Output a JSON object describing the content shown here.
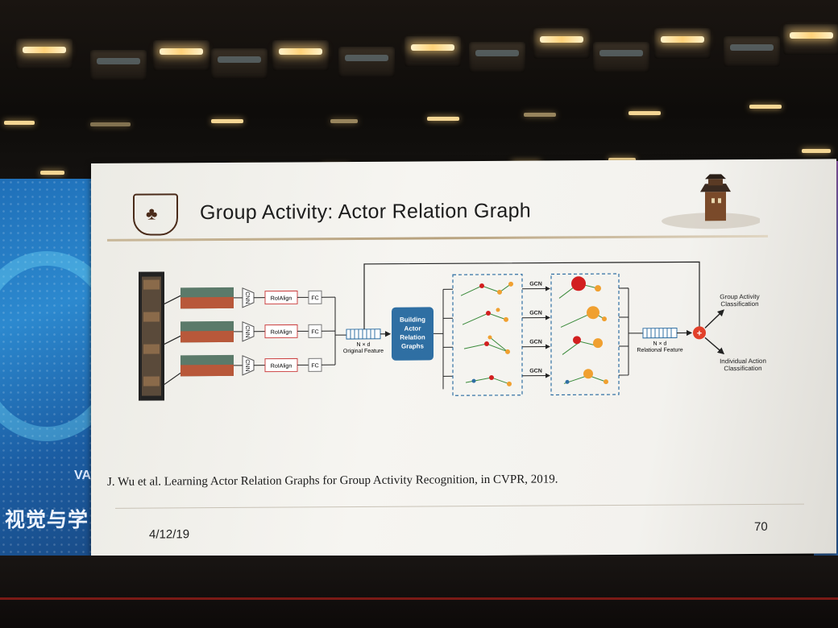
{
  "slide": {
    "title": "Group Activity: Actor Relation Graph",
    "citation": "J. Wu et al. Learning Actor Relation Graphs for Group Activity Recognition, in CVPR, 2019.",
    "date": "4/12/19",
    "page_number": "70"
  },
  "diagram": {
    "cnn_label": "CNN",
    "roialign_label": "RoIAlign",
    "fc_label": "FC",
    "original_dim": "N × d",
    "original_feature": "Original Feature",
    "building_line1": "Building",
    "building_line2": "Actor",
    "building_line3": "Relation",
    "building_line4": "Graphs",
    "gcn_label": "GCN",
    "relational_dim": "N × d",
    "relational_feature": "Relational Feature",
    "plus_symbol": "+",
    "group_line1": "Group Activity",
    "group_line2": "Classification",
    "individual_line1": "Individual Action",
    "individual_line2": "Classification"
  },
  "background": {
    "led_text_latin": "VA",
    "led_text_cjk": "视觉与学"
  },
  "colors": {
    "accent_blue": "#2f6fa3",
    "node_red": "#d21f1f",
    "node_orange": "#f0a030",
    "plus_red": "#e2402a"
  }
}
